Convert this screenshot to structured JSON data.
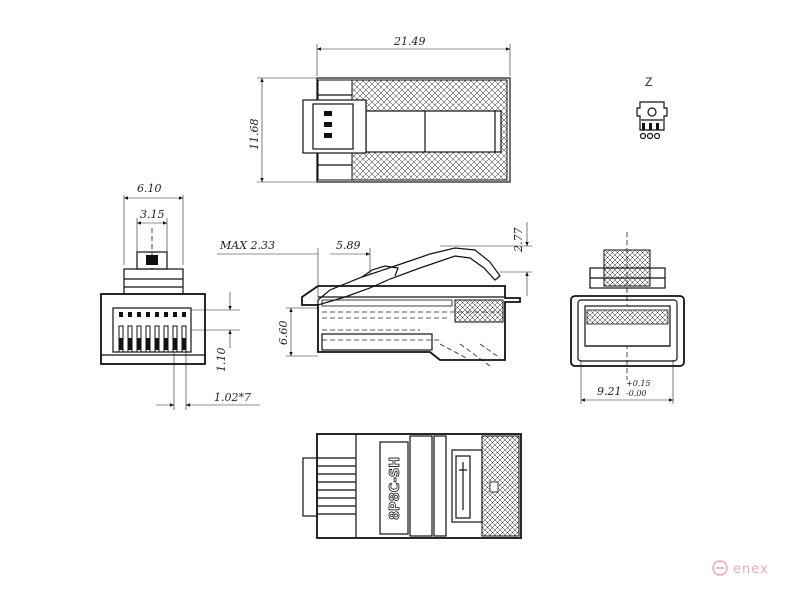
{
  "dimensions": {
    "top_length": "21.49",
    "top_height": "11.68",
    "front_width": "6.10",
    "front_pin_span": "3.15",
    "front_height": "1.10",
    "pin_pitch": "1.02*7",
    "side_max": "MAX  2.33",
    "side_len": "5.89",
    "side_height": "6.60",
    "side_tab": "2.77",
    "rear_width": "9.21",
    "rear_tol_plus": "+0.15",
    "rear_tol_minus": "-0.00"
  },
  "detail": {
    "label": "Z"
  },
  "part_marking": "8P8C-SH",
  "brand": {
    "name": "enex",
    "color": "#e9a9b8"
  }
}
